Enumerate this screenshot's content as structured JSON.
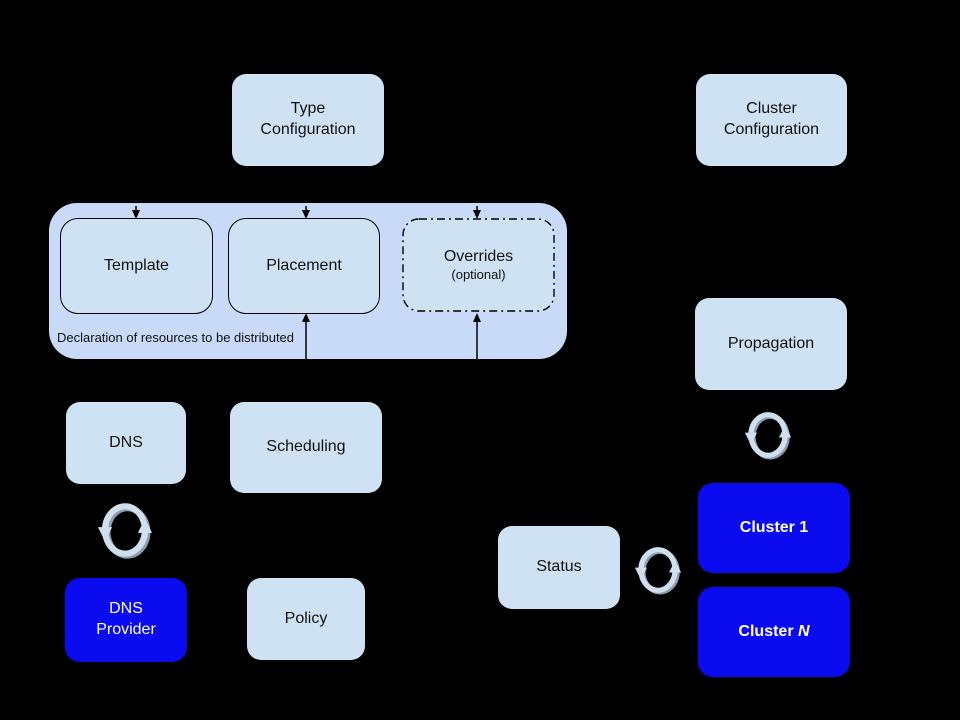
{
  "diagram": {
    "nodes": {
      "type_configuration": {
        "label": "Type\nConfiguration"
      },
      "cluster_configuration": {
        "label": "Cluster\nConfiguration"
      },
      "template": {
        "label": "Template"
      },
      "placement": {
        "label": "Placement"
      },
      "overrides": {
        "label": "Overrides",
        "sublabel": "(optional)"
      },
      "declaration_group": {
        "caption": "Declaration of resources to be distributed"
      },
      "dns": {
        "label": "DNS"
      },
      "scheduling": {
        "label": "Scheduling"
      },
      "dns_provider": {
        "label": "DNS\nProvider"
      },
      "policy": {
        "label": "Policy"
      },
      "status": {
        "label": "Status"
      },
      "propagation": {
        "label": "Propagation"
      },
      "cluster_1": {
        "label": "Cluster 1"
      },
      "cluster_n": {
        "prefix": "Cluster ",
        "suffix": "N"
      }
    },
    "icons": {
      "sync": "sync-circular-arrows-icon"
    },
    "colors": {
      "background": "#000000",
      "node_fill_light": "#cfe2f3",
      "group_fill": "#c9daf8",
      "node_fill_blue": "#0b0bef",
      "node_border": "#000000",
      "text_dark": "#111111",
      "text_light": "#ffffff",
      "sync_arrow_light": "#cfdfee",
      "sync_arrow_dark": "#8b9dae"
    }
  }
}
